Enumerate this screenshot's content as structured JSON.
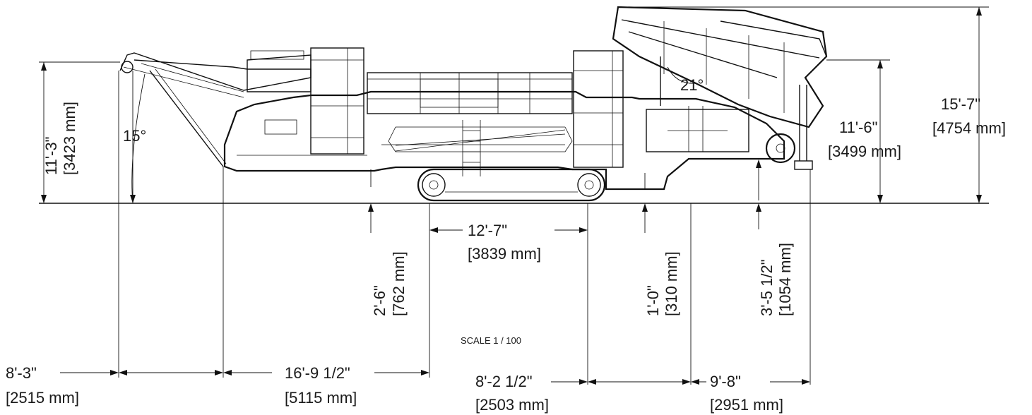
{
  "scale_note": "SCALE 1 / 100",
  "angles": {
    "feed_conveyor": "15°",
    "hopper": "21°"
  },
  "dimensions": {
    "left_height": {
      "imperial": "11'-3\"",
      "metric": "[3423 mm]"
    },
    "overall_height": {
      "imperial": "15'-7\"",
      "metric": "[4754 mm]"
    },
    "hopper_height": {
      "imperial": "11'-6\"",
      "metric": "[3499 mm]"
    },
    "track_length": {
      "imperial": "12'-7\"",
      "metric": "[3839 mm]"
    },
    "clearance_1": {
      "imperial": "2'-6\"",
      "metric": "[762 mm]"
    },
    "clearance_2": {
      "imperial": "1'-0\"",
      "metric": "[310 mm]"
    },
    "clearance_3": {
      "imperial": "3'-5 1/2\"",
      "metric": "[1054 mm]"
    },
    "bottom_1": {
      "imperial": "8'-3\"",
      "metric": "[2515 mm]"
    },
    "bottom_2": {
      "imperial": "16'-9 1/2\"",
      "metric": "[5115 mm]"
    },
    "bottom_3": {
      "imperial": "8'-2 1/2\"",
      "metric": "[2503 mm]"
    },
    "bottom_4": {
      "imperial": "9'-8\"",
      "metric": "[2951 mm]"
    }
  }
}
